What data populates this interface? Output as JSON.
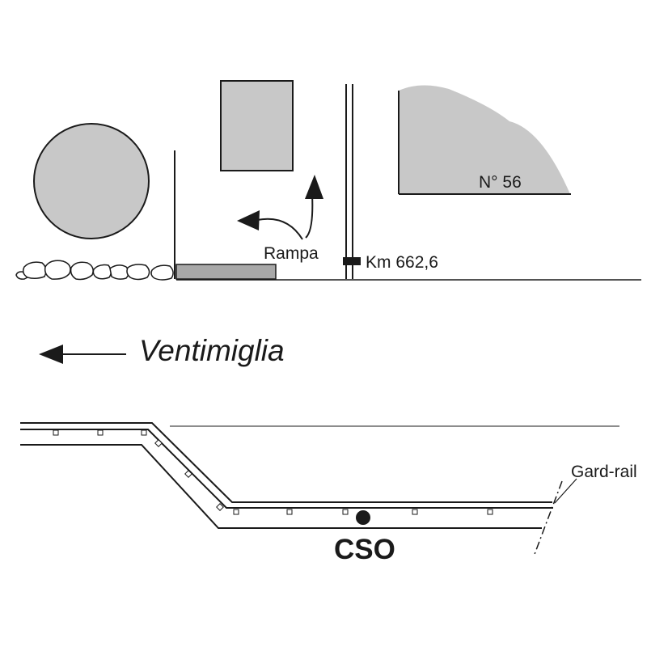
{
  "labels": {
    "house_number": "N° 56",
    "ramp": "Rampa",
    "km_marker": "Km 662,6",
    "direction": "Ventimiglia",
    "guardrail": "Gard-rail",
    "point": "CSO"
  },
  "colors": {
    "fill_gray": "#c8c8c8",
    "ramp_bar": "#a8a8a8",
    "ink": "#1a1a1a"
  }
}
